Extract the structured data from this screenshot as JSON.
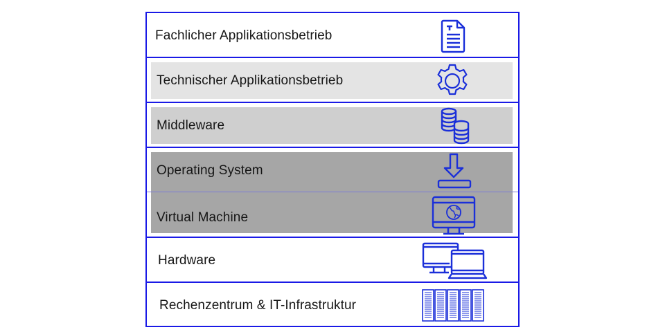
{
  "diagram": {
    "title": "",
    "layers": [
      {
        "label": "Fachlicher Applikationsbetrieb",
        "icon": "document-icon",
        "fill": "#ffffff"
      },
      {
        "label": "Technischer Applikationsbetrieb",
        "icon": "gear-icon",
        "fill": "#e4e4e4"
      },
      {
        "label": "Middleware",
        "icon": "database-stack-icon",
        "fill": "#cfcfcf"
      },
      {
        "label": "Operating System",
        "icon": "install-download-icon",
        "fill": "#a6a6a6"
      },
      {
        "label": "Virtual Machine",
        "icon": "monitor-globe-icon",
        "fill": "#a6a6a6"
      },
      {
        "label": "Hardware",
        "icon": "desktop-laptop-icon",
        "fill": "#ffffff"
      },
      {
        "label": "Rechenzentrum & IT-Infrastruktur",
        "icon": "server-rack-icon",
        "fill": "#ffffff"
      }
    ],
    "colors": {
      "border": "#1a1ae6",
      "icon": "#1a2fd9",
      "text": "#161616"
    }
  }
}
